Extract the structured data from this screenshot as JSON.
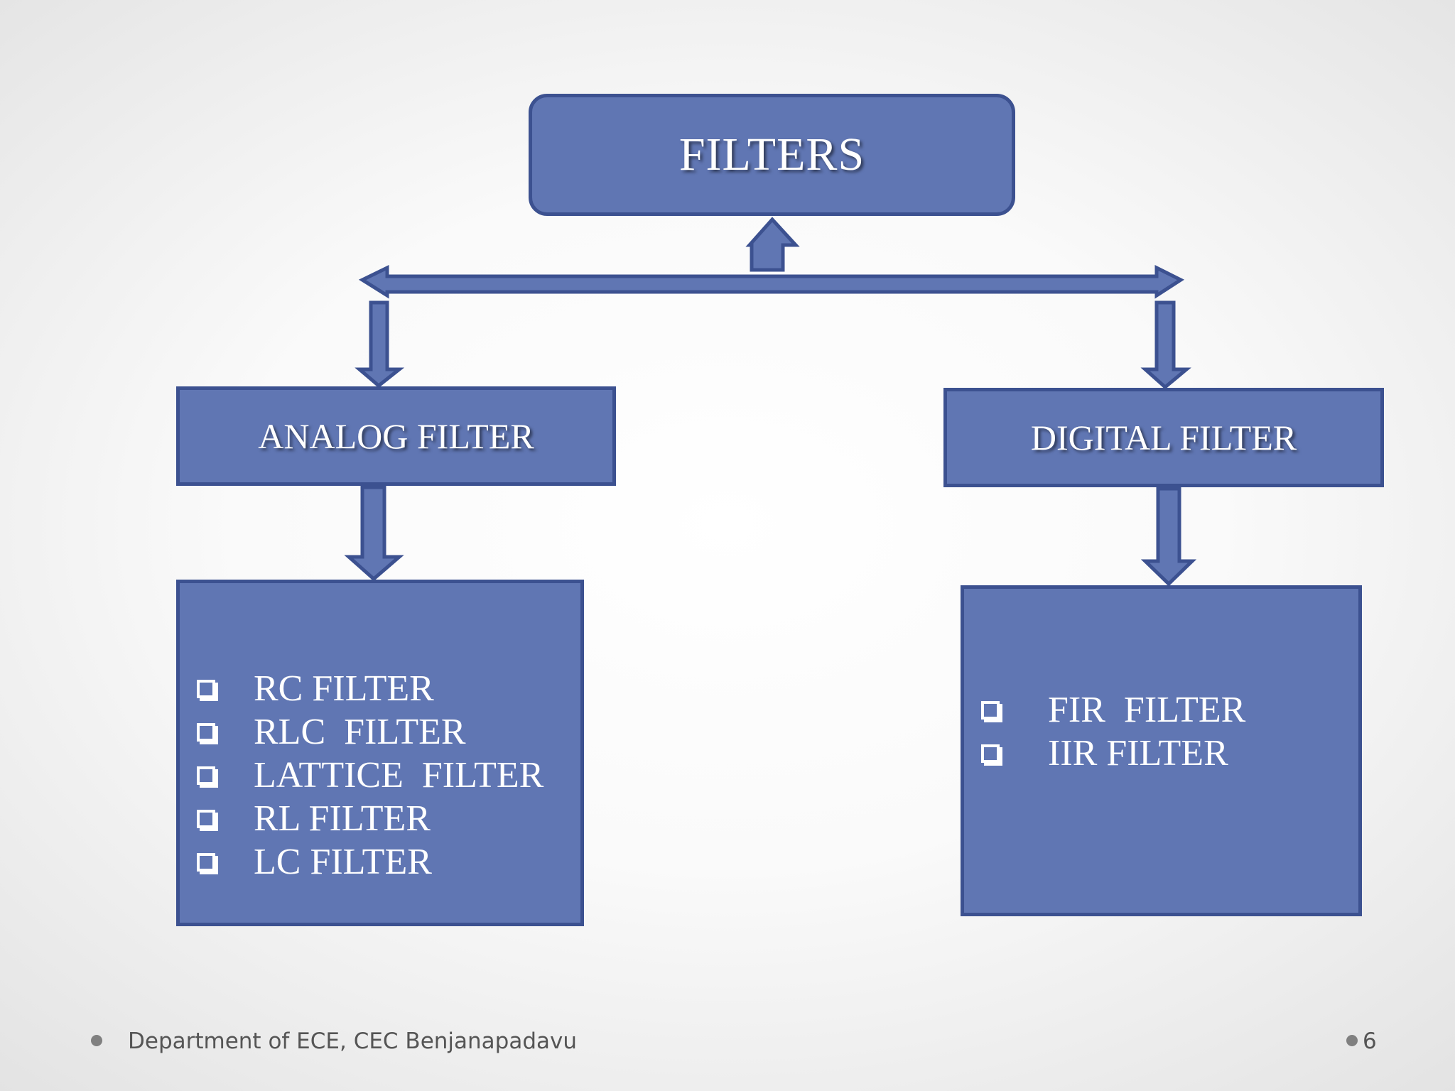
{
  "diagram": {
    "root": {
      "label": "FILTERS"
    },
    "branches": [
      {
        "label": "ANALOG FILTER",
        "items": [
          "RC FILTER",
          "RLC  FILTER",
          "LATTICE  FILTER",
          "RL FILTER",
          "LC FILTER"
        ]
      },
      {
        "label": "DIGITAL FILTER",
        "items": [
          "FIR  FILTER",
          "IIR FILTER"
        ]
      }
    ]
  },
  "footer": {
    "department": "Department of ECE, CEC Benjanapadavu",
    "page_number": "6"
  },
  "colors": {
    "box_fill": "#6076b3",
    "box_border": "#3c5190",
    "text": "#ffffff",
    "footer_text": "#555555"
  },
  "icons": {
    "list_bullet": "hollow-square-bullet-icon",
    "connector": "block-arrow-icon"
  }
}
